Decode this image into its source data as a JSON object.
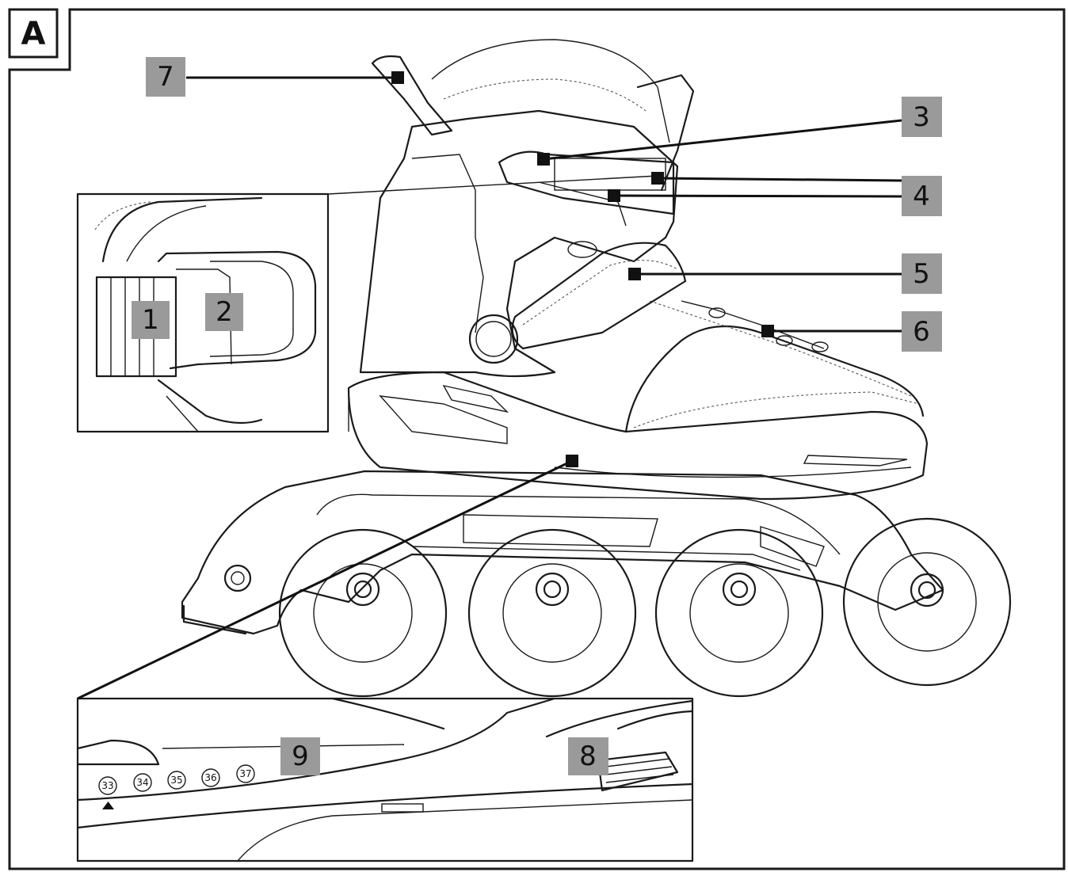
{
  "panel": {
    "letter": "A"
  },
  "labels": [
    "1",
    "2",
    "3",
    "4",
    "5",
    "6",
    "7",
    "8",
    "9"
  ],
  "size_marks": [
    "33",
    "34",
    "35",
    "36",
    "37"
  ],
  "colors": {
    "label_background": "#9a9a9a",
    "line": "#1a1a1a",
    "background": "#ffffff"
  }
}
